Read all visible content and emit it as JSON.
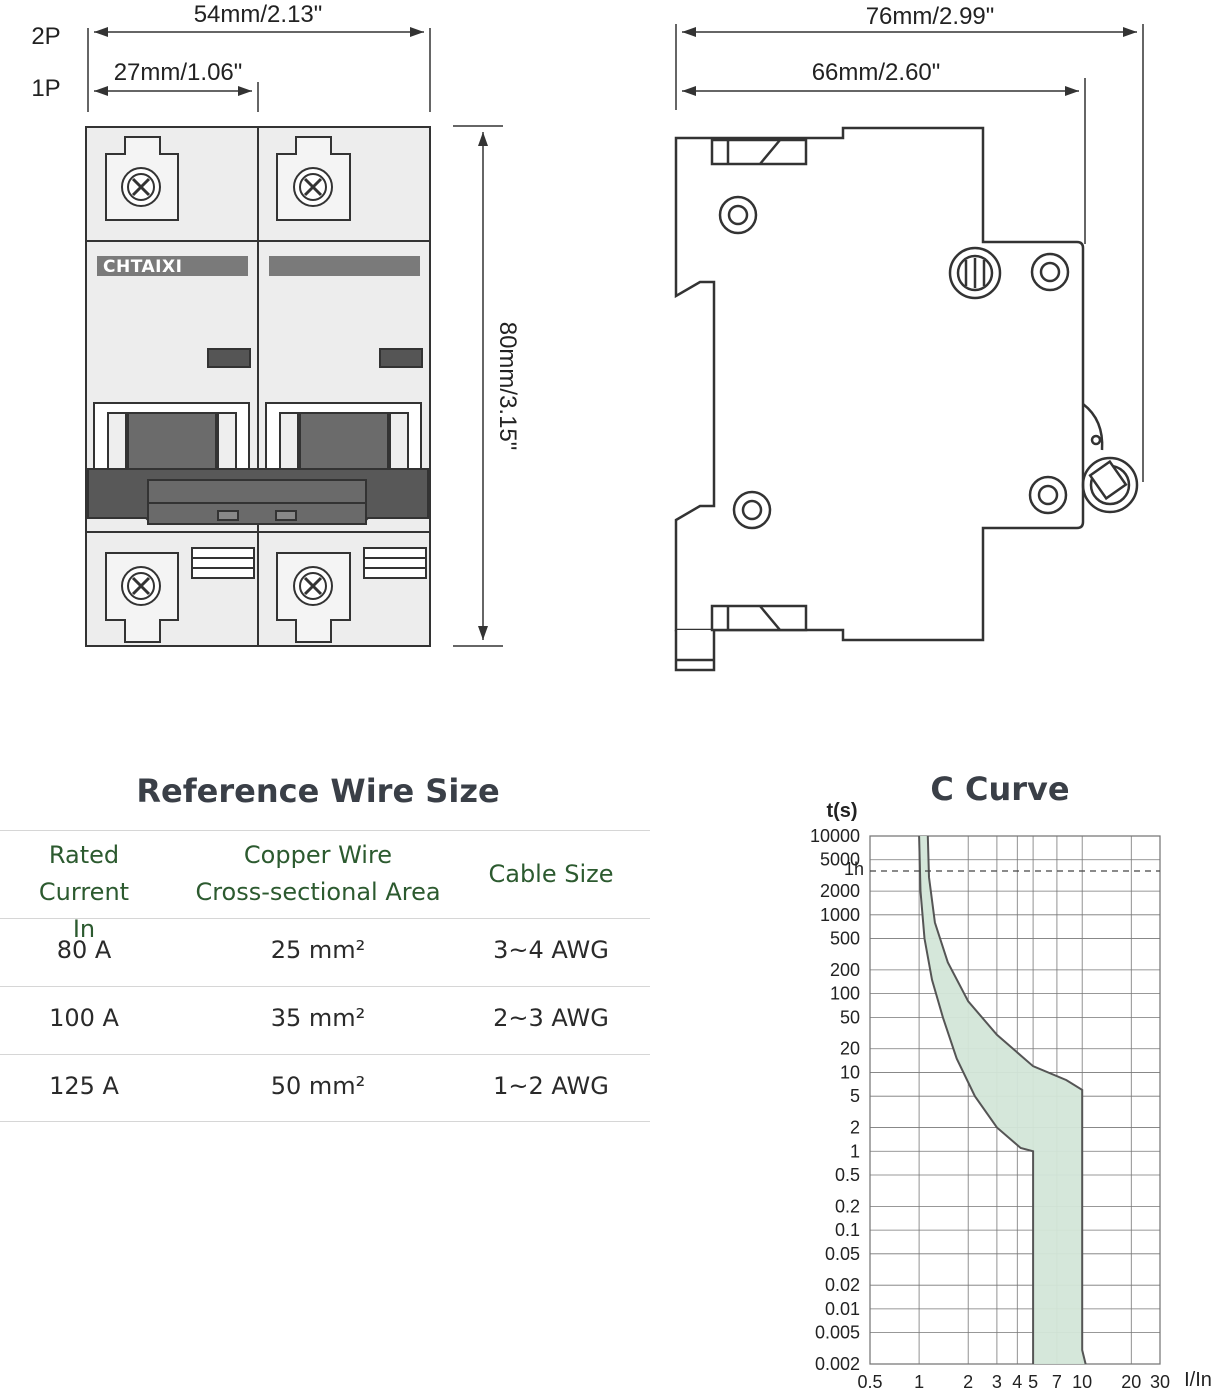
{
  "front_view": {
    "label_2p": "2P",
    "label_1p": "1P",
    "dim_width_2p": "54mm/2.13\"",
    "dim_width_1p": "27mm/1.06\"",
    "dim_height": "80mm/3.15\"",
    "brand": "CHTAIXI"
  },
  "side_view": {
    "dim_depth_total": "76mm/2.99\"",
    "dim_depth_body": "66mm/2.60\""
  },
  "wire_table": {
    "title": "Reference Wire Size",
    "headers": [
      [
        "Rated Current",
        "In"
      ],
      [
        "Copper Wire",
        "Cross-sectional Area"
      ],
      [
        "Cable Size"
      ]
    ],
    "rows": [
      [
        "80 A",
        "25 mm²",
        "3~4 AWG"
      ],
      [
        "100 A",
        "35 mm²",
        "2~3 AWG"
      ],
      [
        "125 A",
        "50 mm²",
        "1~2 AWG"
      ]
    ]
  },
  "chart_data": {
    "type": "area",
    "title": "C Curve",
    "xlabel": "I/In",
    "ylabel": "t(s)",
    "x_scale": "log",
    "y_scale": "log",
    "x_ticks": [
      "0.5",
      "1",
      "2",
      "3",
      "4",
      "5",
      "7",
      "10",
      "20",
      "30"
    ],
    "x_tick_values": [
      0.5,
      1,
      2,
      3,
      4,
      5,
      7,
      10,
      20,
      30
    ],
    "y_ticks": [
      "10000",
      "5000",
      "2000",
      "1000",
      "500",
      "200",
      "100",
      "50",
      "20",
      "10",
      "5",
      "2",
      "1",
      "0.5",
      "0.2",
      "0.1",
      "0.05",
      "0.02",
      "0.01",
      "0.005",
      "0.002"
    ],
    "y_tick_values": [
      10000,
      5000,
      2000,
      1000,
      500,
      200,
      100,
      50,
      20,
      10,
      5,
      2,
      1,
      0.5,
      0.2,
      0.1,
      0.05,
      0.02,
      0.01,
      0.005,
      0.002
    ],
    "reference_line": {
      "label": "1h",
      "y": 3600,
      "style": "dashed"
    },
    "xlim": [
      0.5,
      30
    ],
    "ylim": [
      0.002,
      10000
    ],
    "grid": true,
    "fill_color": "#d3e6d8",
    "line_color": "#555555",
    "lower_boundary": [
      {
        "x": 1.0,
        "y": 10000
      },
      {
        "x": 1.02,
        "y": 2000
      },
      {
        "x": 1.08,
        "y": 500
      },
      {
        "x": 1.2,
        "y": 150
      },
      {
        "x": 1.4,
        "y": 50
      },
      {
        "x": 1.7,
        "y": 15
      },
      {
        "x": 2.2,
        "y": 5
      },
      {
        "x": 3.0,
        "y": 2
      },
      {
        "x": 4.2,
        "y": 1.1
      },
      {
        "x": 5.0,
        "y": 1
      },
      {
        "x": 5.0,
        "y": 0.002
      }
    ],
    "upper_boundary": [
      {
        "x": 1.13,
        "y": 10000
      },
      {
        "x": 1.15,
        "y": 3000
      },
      {
        "x": 1.25,
        "y": 800
      },
      {
        "x": 1.5,
        "y": 250
      },
      {
        "x": 2.0,
        "y": 80
      },
      {
        "x": 3.0,
        "y": 30
      },
      {
        "x": 5.0,
        "y": 12
      },
      {
        "x": 8.0,
        "y": 8
      },
      {
        "x": 10.0,
        "y": 6
      },
      {
        "x": 10.0,
        "y": 0.003
      },
      {
        "x": 10.5,
        "y": 0.002
      }
    ]
  }
}
